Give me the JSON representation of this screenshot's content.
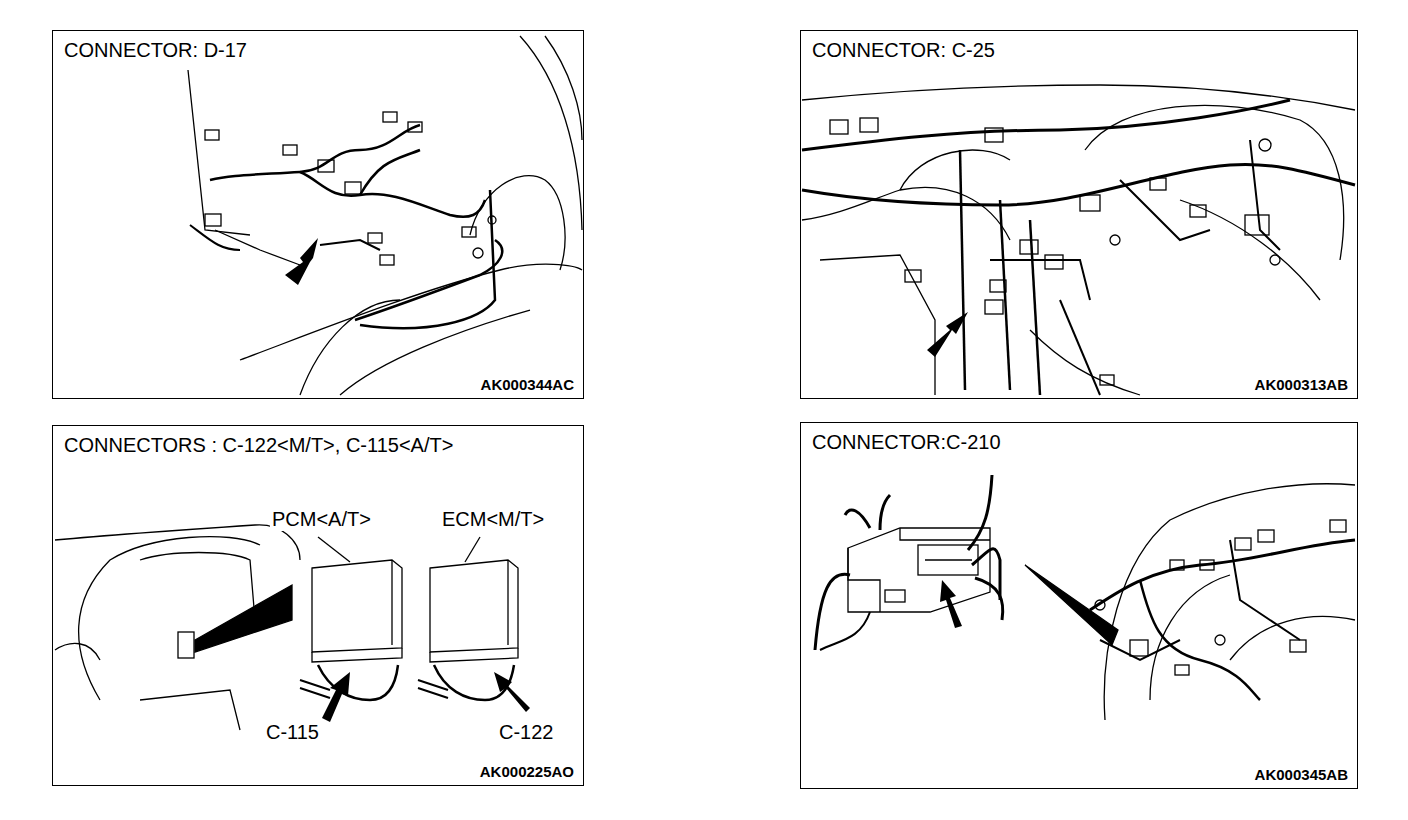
{
  "diagram": {
    "nodes": [
      {
        "text": [
          "CONNECTOR: D-17",
          "AK000344AC"
        ]
      },
      {
        "text": [
          "CONNECTOR: C-25",
          "AK000313AB"
        ]
      },
      {
        "text": [
          "CONNECTORS : C-122<M/T>, C-115<A/T>",
          "AK000225AO"
        ]
      },
      {
        "text": [
          "CONNECTOR:C-210",
          "AK000345AB"
        ]
      }
    ],
    "labels": [
      "PCM<A/T>",
      "ECM<M/T>",
      "C-115",
      "C-122"
    ]
  }
}
